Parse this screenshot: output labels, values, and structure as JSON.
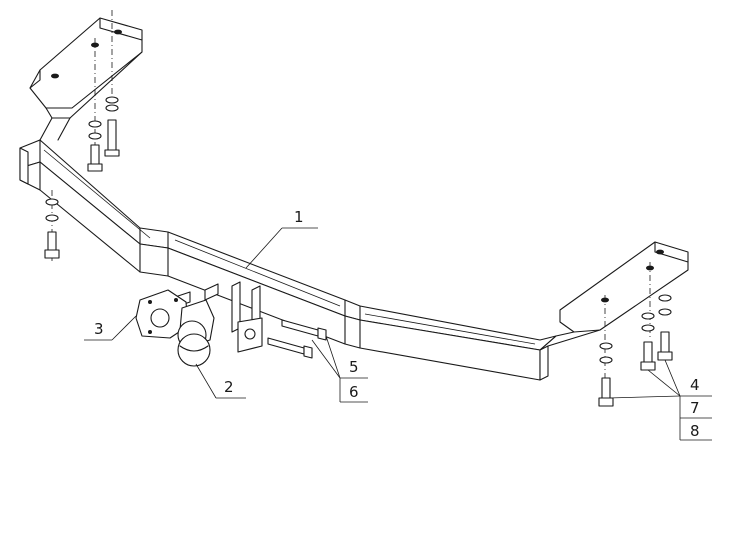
{
  "labels": {
    "frame": "1",
    "tow_ball": "2",
    "socket_plate": "3",
    "washer_nut": "4",
    "bolt_a": "5",
    "bolt_b": "6",
    "bolt_c": "7",
    "bolt_d": "8"
  }
}
